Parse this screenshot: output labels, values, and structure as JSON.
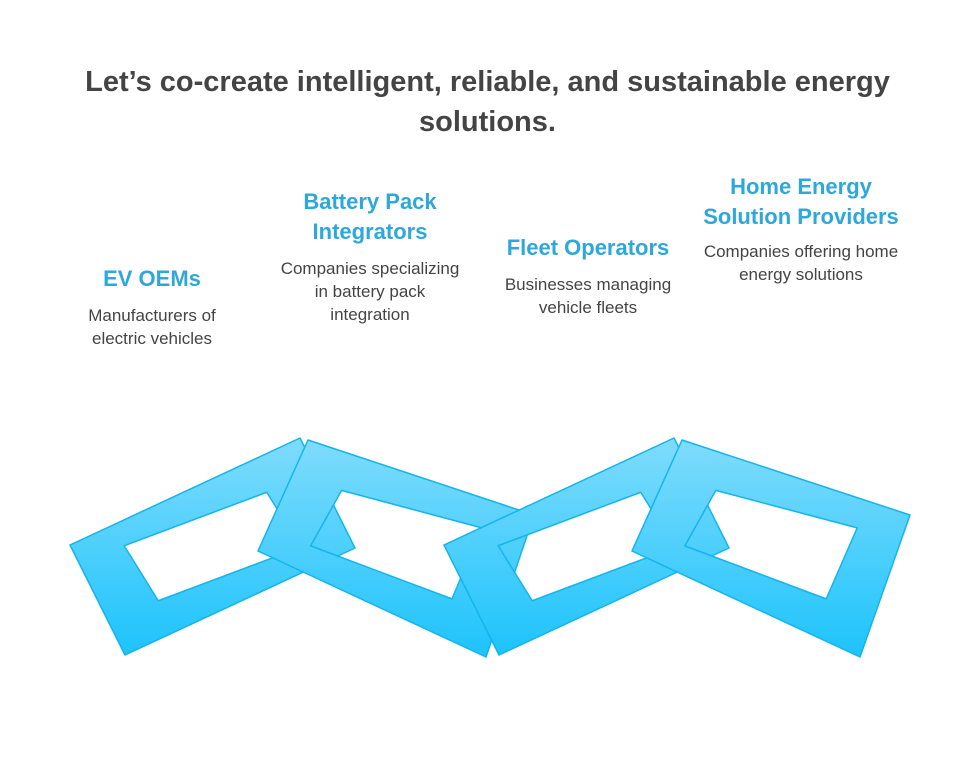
{
  "title": "Let’s co-create intelligent, reliable, and sustainable energy solutions.",
  "segments": [
    {
      "heading": "EV OEMs",
      "description": "Manufacturers of electric vehicles"
    },
    {
      "heading": "Battery Pack Integrators",
      "description": "Companies specializing in battery pack integration"
    },
    {
      "heading": "Fleet Operators",
      "description": "Businesses managing vehicle fleets"
    },
    {
      "heading": "Home Energy Solution Providers",
      "description": "Companies offering home energy solutions"
    }
  ],
  "colors": {
    "heading": "#2ea7db",
    "text": "#444444",
    "chain_top": "#7fdcfd",
    "chain_bottom": "#1dc3fb",
    "chain_stroke": "#14b4ec"
  }
}
